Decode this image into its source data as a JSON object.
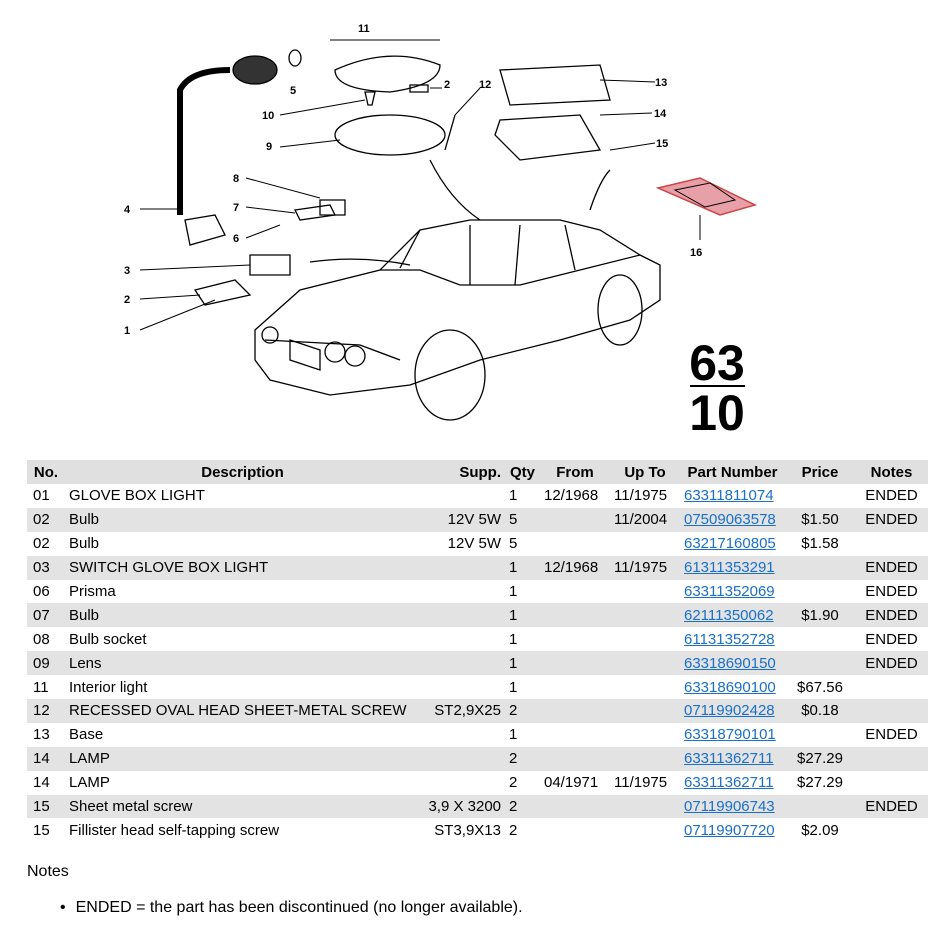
{
  "diagram": {
    "group_number_top": "63",
    "group_number_bottom": "10",
    "callouts": [
      "11",
      "5",
      "2",
      "10",
      "12",
      "13",
      "14",
      "9",
      "15",
      "8",
      "7",
      "4",
      "6",
      "16",
      "3",
      "2",
      "1"
    ]
  },
  "table": {
    "headers": [
      "No.",
      "Description",
      "Supp.",
      "Qty",
      "From",
      "Up To",
      "Part Number",
      "Price",
      "Notes"
    ],
    "rows": [
      {
        "no": "01",
        "desc": "GLOVE BOX LIGHT",
        "supp": "",
        "qty": "1",
        "from": "12/1968",
        "upto": "11/1975",
        "part": "63311811074",
        "price": "",
        "notes": "ENDED"
      },
      {
        "no": "02",
        "desc": "Bulb",
        "supp": "12V 5W",
        "qty": "5",
        "from": "",
        "upto": "11/2004",
        "part": "07509063578",
        "price": "$1.50",
        "notes": "ENDED"
      },
      {
        "no": "02",
        "desc": "Bulb",
        "supp": "12V 5W",
        "qty": "5",
        "from": "",
        "upto": "",
        "part": "63217160805",
        "price": "$1.58",
        "notes": ""
      },
      {
        "no": "03",
        "desc": "SWITCH GLOVE BOX LIGHT",
        "supp": "",
        "qty": "1",
        "from": "12/1968",
        "upto": "11/1975",
        "part": "61311353291",
        "price": "",
        "notes": "ENDED"
      },
      {
        "no": "06",
        "desc": "Prisma",
        "supp": "",
        "qty": "1",
        "from": "",
        "upto": "",
        "part": "63311352069",
        "price": "",
        "notes": "ENDED"
      },
      {
        "no": "07",
        "desc": "Bulb",
        "supp": "",
        "qty": "1",
        "from": "",
        "upto": "",
        "part": "62111350062",
        "price": "$1.90",
        "notes": "ENDED"
      },
      {
        "no": "08",
        "desc": "Bulb socket",
        "supp": "",
        "qty": "1",
        "from": "",
        "upto": "",
        "part": "61131352728",
        "price": "",
        "notes": "ENDED"
      },
      {
        "no": "09",
        "desc": "Lens",
        "supp": "",
        "qty": "1",
        "from": "",
        "upto": "",
        "part": "63318690150",
        "price": "",
        "notes": "ENDED"
      },
      {
        "no": "11",
        "desc": "Interior light",
        "supp": "",
        "qty": "1",
        "from": "",
        "upto": "",
        "part": "63318690100",
        "price": "$67.56",
        "notes": ""
      },
      {
        "no": "12",
        "desc": "RECESSED OVAL HEAD SHEET-METAL SCREW",
        "supp": "ST2,9X25",
        "qty": "2",
        "from": "",
        "upto": "",
        "part": "07119902428",
        "price": "$0.18",
        "notes": ""
      },
      {
        "no": "13",
        "desc": "Base",
        "supp": "",
        "qty": "1",
        "from": "",
        "upto": "",
        "part": "63318790101",
        "price": "",
        "notes": "ENDED"
      },
      {
        "no": "14",
        "desc": "LAMP",
        "supp": "",
        "qty": "2",
        "from": "",
        "upto": "",
        "part": "63311362711",
        "price": "$27.29",
        "notes": ""
      },
      {
        "no": "14",
        "desc": "LAMP",
        "supp": "",
        "qty": "2",
        "from": "04/1971",
        "upto": "11/1975",
        "part": "63311362711",
        "price": "$27.29",
        "notes": ""
      },
      {
        "no": "15",
        "desc": "Sheet metal screw",
        "supp": "3,9 X 3200",
        "qty": "2",
        "from": "",
        "upto": "",
        "part": "07119906743",
        "price": "",
        "notes": "ENDED"
      },
      {
        "no": "15",
        "desc": "Fillister head self-tapping screw",
        "supp": "ST3,9X13",
        "qty": "2",
        "from": "",
        "upto": "",
        "part": "07119907720",
        "price": "$2.09",
        "notes": ""
      }
    ]
  },
  "notes": {
    "title": "Notes",
    "items": [
      "ENDED = the part has been discontinued (no longer available)."
    ]
  },
  "colors": {
    "link": "#1a6fc9",
    "row_alt": "#e3e3e3",
    "header_bg": "#e0e0e0",
    "highlight": "#e8a0a8"
  }
}
